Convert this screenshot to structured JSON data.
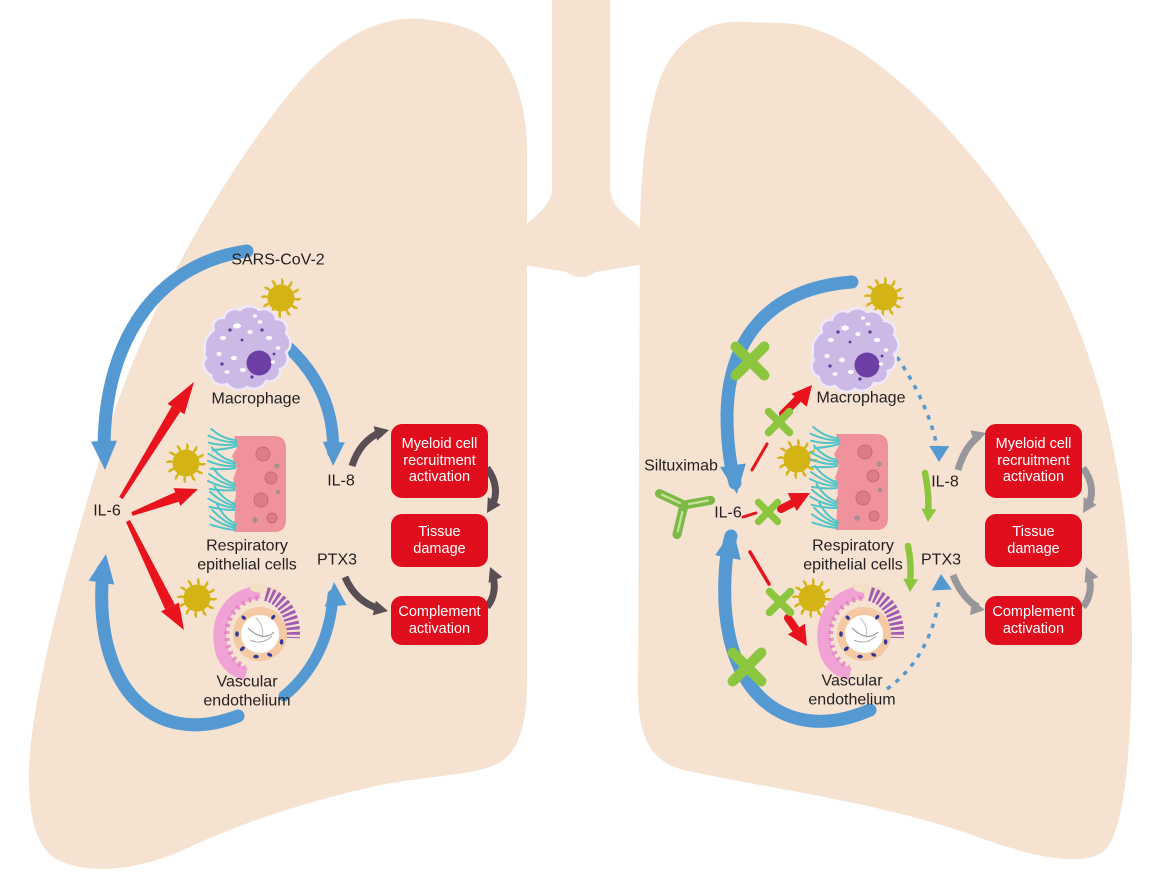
{
  "figure": {
    "description": "IL-6 amplifier pathway in SARS-CoV-2 infected lung (left) and its blockade by Siltuximab (right)",
    "colors": {
      "lung_fill": "#f6e2d1",
      "arrow_blue": "#5599d2",
      "arrow_red": "#e8131c",
      "outcome_box_red": "#e00d1d",
      "inhibit_green": "#8cc63f",
      "arrow_gray_dark": "#5a4e55",
      "arrow_gray_light": "#97969b",
      "virus_gold": "#d4b414",
      "macrophage_purple": "#cdb9e6",
      "epithelium_pink": "#f0929b",
      "cilia_teal": "#4fc4c9"
    },
    "icons": {
      "virus": "sars-cov-2-virion-icon",
      "antibody": "siltuximab-antibody-icon",
      "macrophage": "macrophage-cell-icon",
      "respiratory": "respiratory-epithelium-icon",
      "vascular": "vascular-endothelium-icon"
    }
  },
  "left": {
    "sars_label": "SARS-CoV-2",
    "macrophage_label": "Macrophage",
    "respiratory_label": "Respiratory epithelial cells",
    "vascular_label": "Vascular endothelium",
    "il6": "IL-6",
    "il8": "IL-8",
    "ptx3": "PTX3",
    "box_myeloid": "Myeloid cell recruitment activation",
    "box_tissue": "Tissue damage",
    "box_complement": "Complement activation"
  },
  "right": {
    "drug_label": "Siltuximab",
    "macrophage_label": "Macrophage",
    "respiratory_label": "Respiratory epithelial cells",
    "vascular_label": "Vascular endothelium",
    "il6": "IL-6",
    "il8": "IL-8",
    "ptx3": "PTX3",
    "box_myeloid": "Myeloid cell recruitment activation",
    "box_tissue": "Tissue damage",
    "box_complement": "Complement activation"
  }
}
